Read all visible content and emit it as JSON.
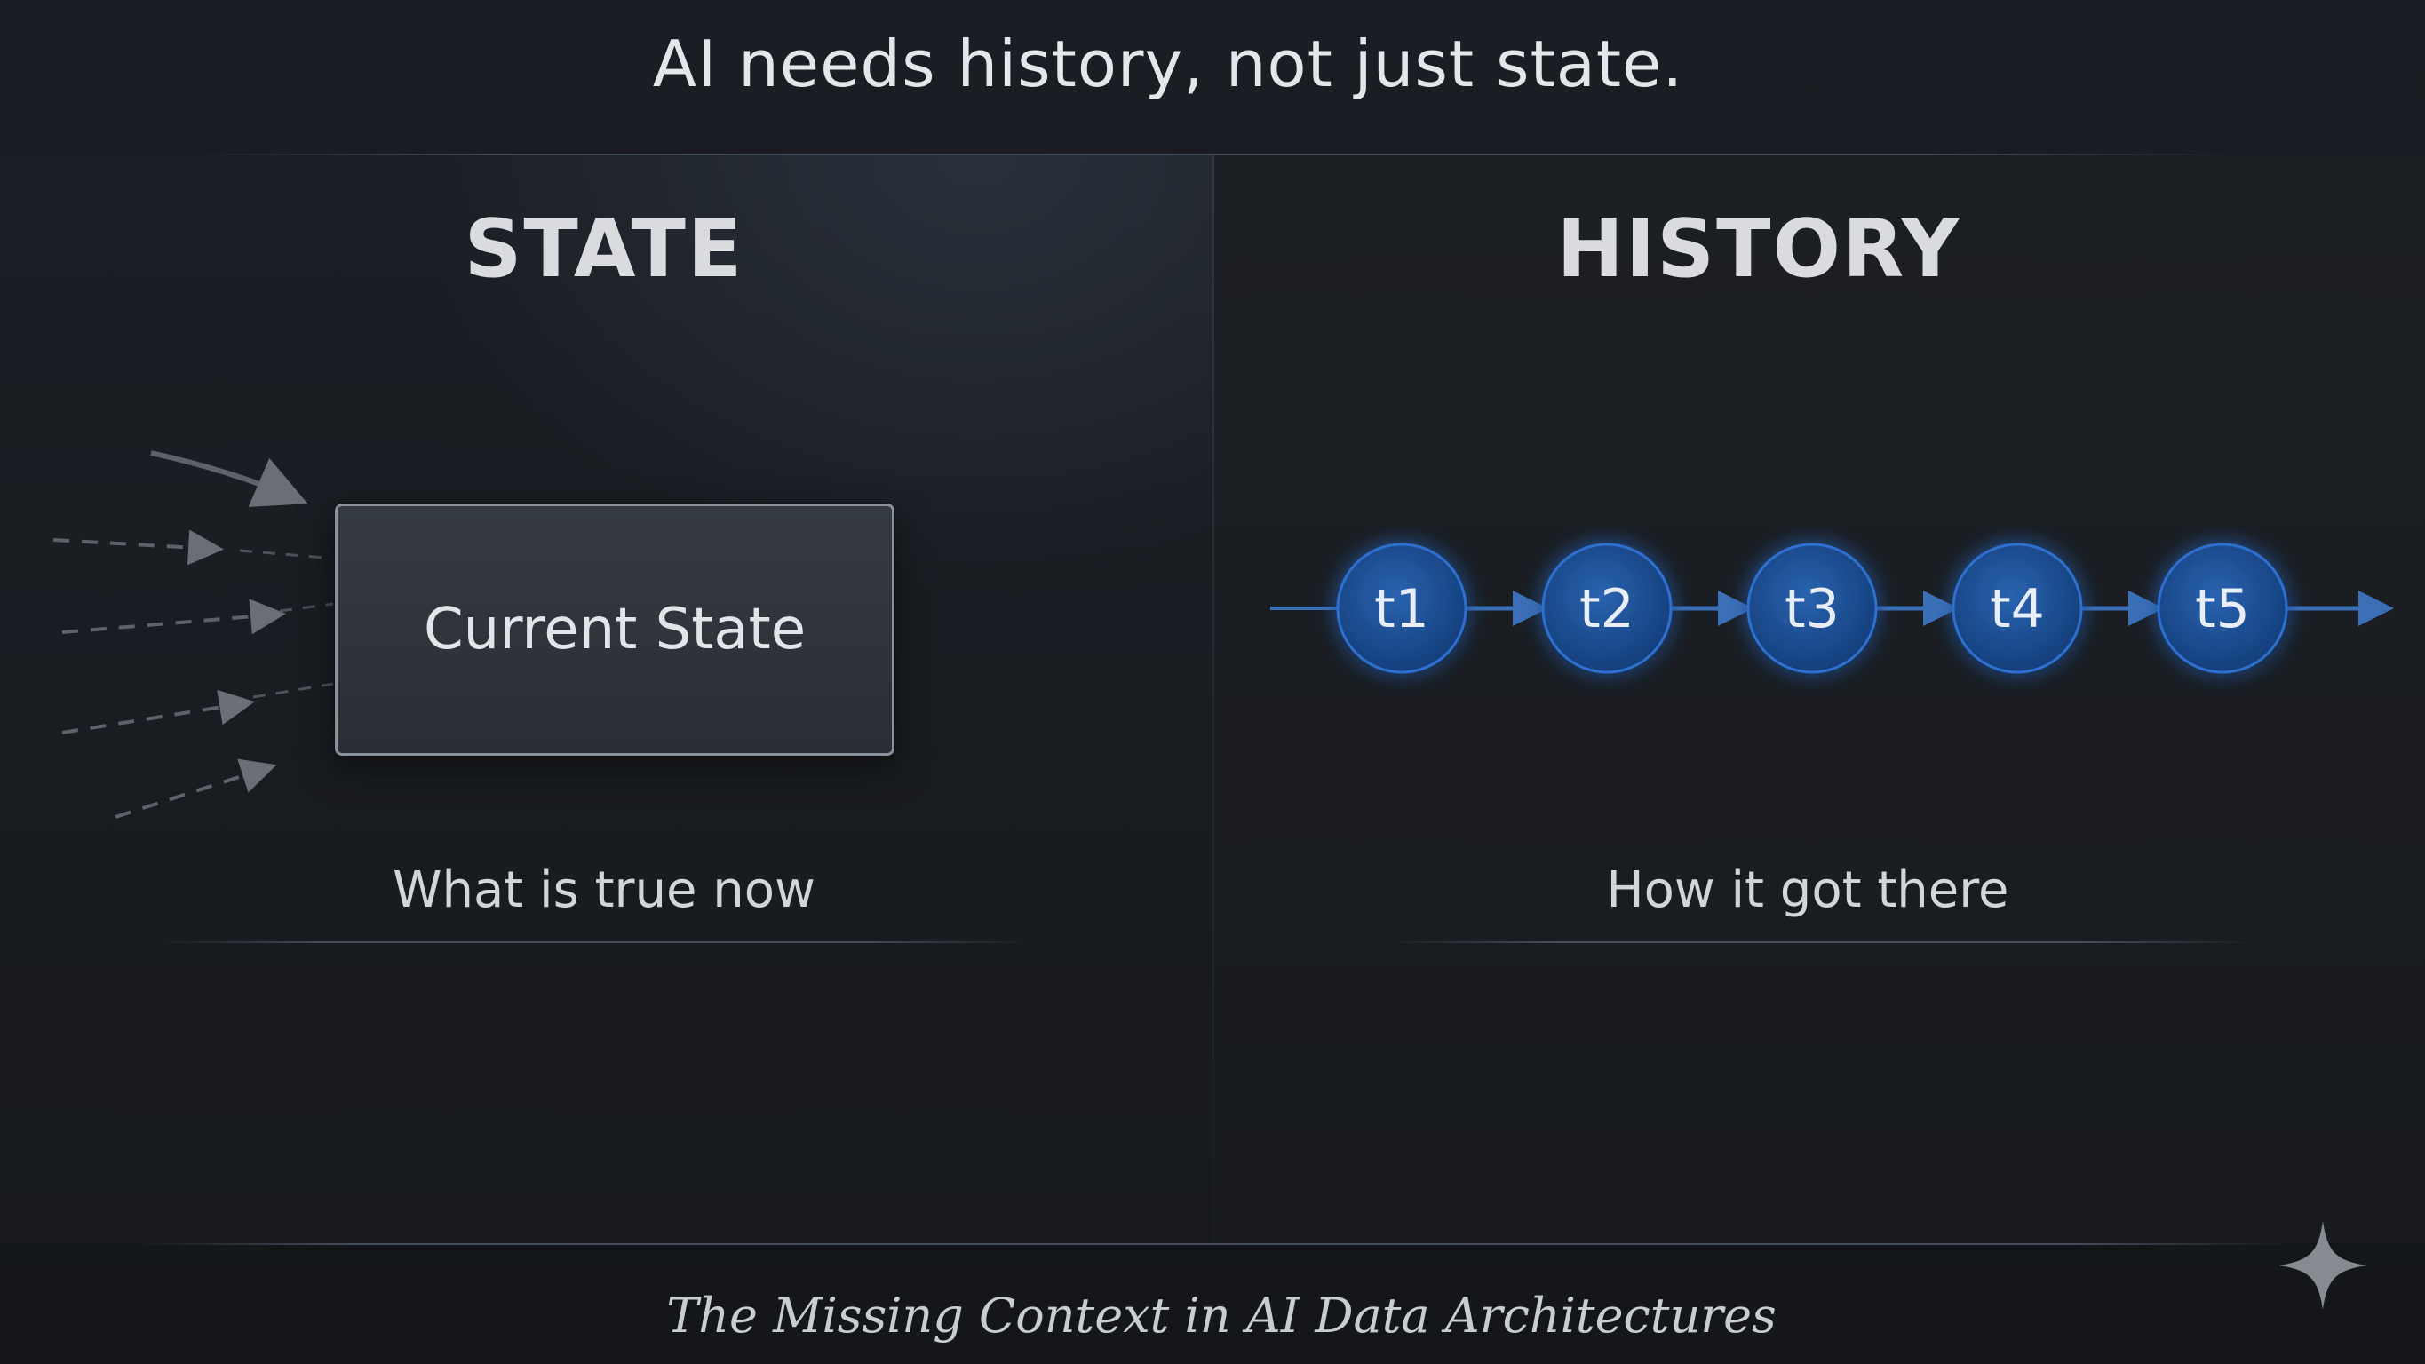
{
  "slide": {
    "title": "AI needs history, not just state.",
    "footer": "The Missing Context in AI Data Architectures"
  },
  "state_panel": {
    "heading": "STATE",
    "box_label": "Current State",
    "caption": "What is true now",
    "incoming_arrow_count": 5
  },
  "history_panel": {
    "heading": "HISTORY",
    "caption": "How it got there",
    "timeline": [
      "t1",
      "t2",
      "t3",
      "t4",
      "t5"
    ]
  },
  "colors": {
    "background": "#16191e",
    "text": "#e4e6ea",
    "node_fill": "#1a4f96",
    "node_glow": "#2f6fd0",
    "timeline_arrow": "#3b6fb6",
    "incoming_arrow": "#6a6f77"
  },
  "icons": {
    "corner": "sparkle-icon"
  }
}
